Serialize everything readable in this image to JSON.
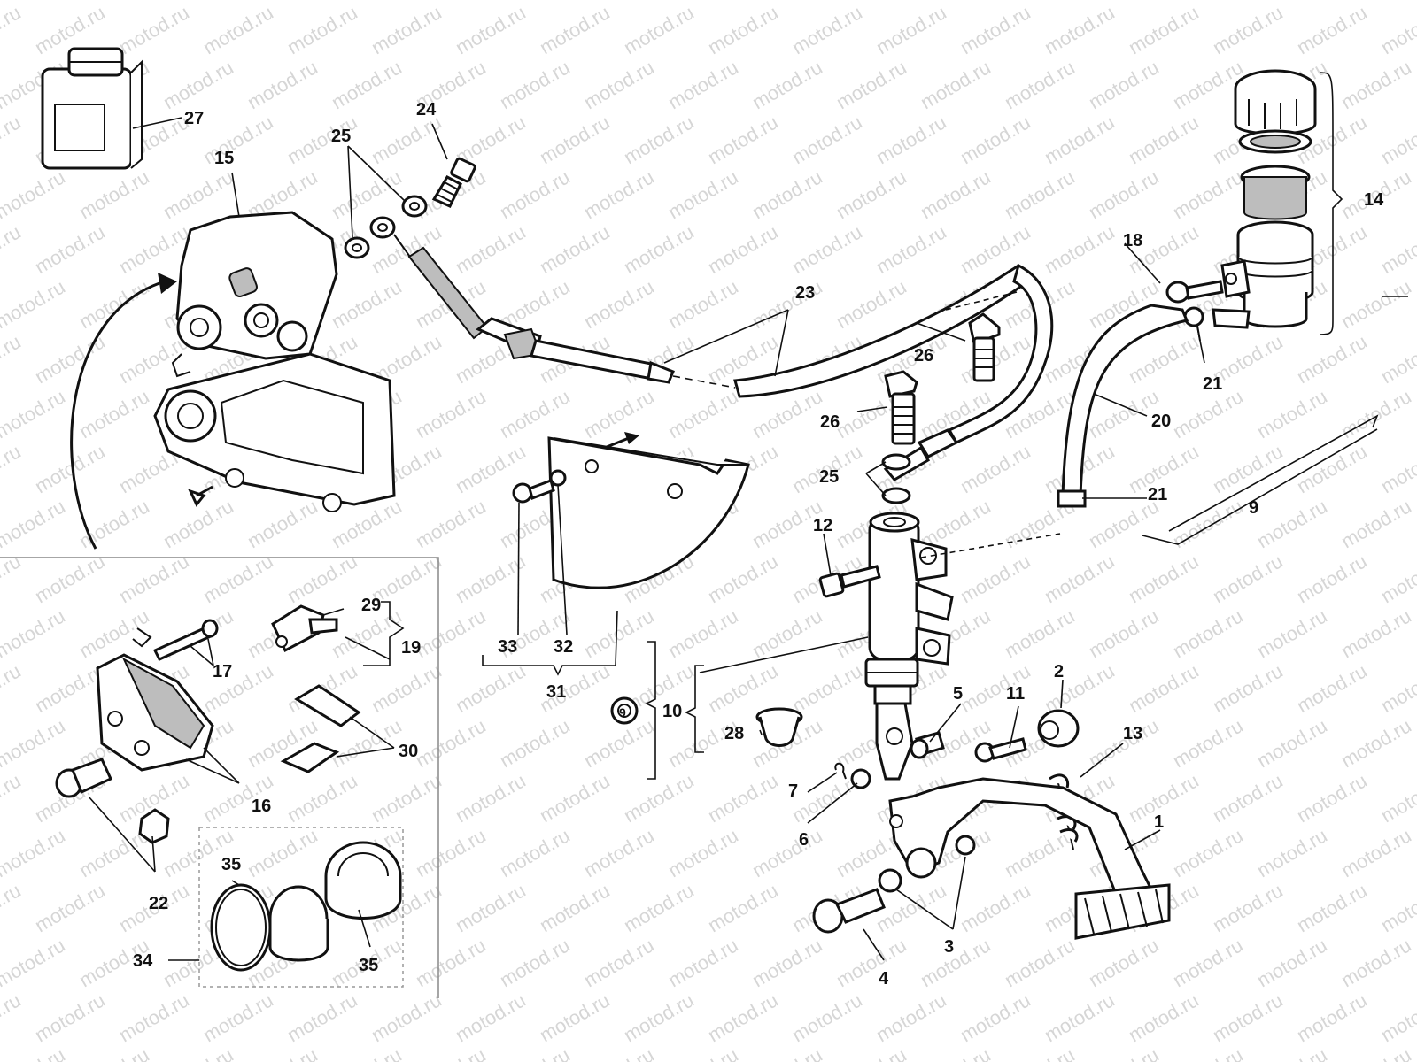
{
  "watermark": "motod.ru",
  "colors": {
    "ink": "#111111",
    "watermark": "#d6d6d6",
    "background": "#ffffff"
  },
  "callouts": {
    "c1": "1",
    "c2": "2",
    "c3": "3",
    "c4": "4",
    "c5": "5",
    "c6": "6",
    "c7": "7",
    "c9a": "9",
    "c9b": "9",
    "c10": "10",
    "c11": "11",
    "c12": "12",
    "c13": "13",
    "c14": "14",
    "c15": "15",
    "c16": "16",
    "c17": "17",
    "c18": "18",
    "c19": "19",
    "c20": "20",
    "c21a": "21",
    "c21b": "21",
    "c22": "22",
    "c23": "23",
    "c24": "24",
    "c25a": "25",
    "c25b": "25",
    "c26a": "26",
    "c26b": "26",
    "c27": "27",
    "c28": "28",
    "c29": "29",
    "c30": "30",
    "c31": "31",
    "c32": "32",
    "c33": "33",
    "c34": "34",
    "c35a": "35",
    "c35b": "35"
  }
}
